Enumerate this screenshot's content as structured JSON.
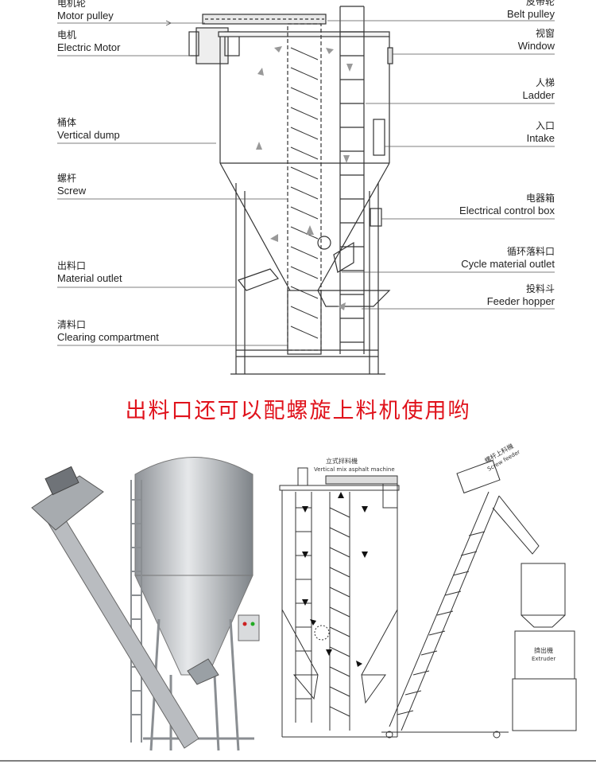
{
  "labels_left": [
    {
      "cn": "电机轮",
      "en": "Motor pulley"
    },
    {
      "cn": "电机",
      "en": "Electric Motor"
    },
    {
      "cn": "桶体",
      "en": "Vertical dump"
    },
    {
      "cn": "螺杆",
      "en": "Screw"
    },
    {
      "cn": "出料口",
      "en": "Material outlet"
    },
    {
      "cn": "清料口",
      "en": "Clearing compartment"
    }
  ],
  "labels_right": [
    {
      "cn": "皮带轮",
      "en": "Belt pulley"
    },
    {
      "cn": "视窗",
      "en": "Window"
    },
    {
      "cn": "人梯",
      "en": "Ladder"
    },
    {
      "cn": "入口",
      "en": "Intake"
    },
    {
      "cn": "电器箱",
      "en": "Electrical control box"
    },
    {
      "cn": "循环落料口",
      "en": "Cycle material outlet"
    },
    {
      "cn": "投料斗",
      "en": "Feeder hopper"
    }
  ],
  "banner": "出料口还可以配螺旋上料机使用哟",
  "bottom_labels": {
    "mixer_cn": "立式拌料機",
    "mixer_en": "Vertical mix asphalt machine",
    "feeder_cn": "螺杆上料機",
    "feeder_en": "Screw feeder",
    "extruder_cn": "擠出機",
    "extruder_en": "Extruder"
  },
  "colors": {
    "banner": "#e0121b",
    "line": "#333333",
    "metal": "#c9ccd0"
  }
}
